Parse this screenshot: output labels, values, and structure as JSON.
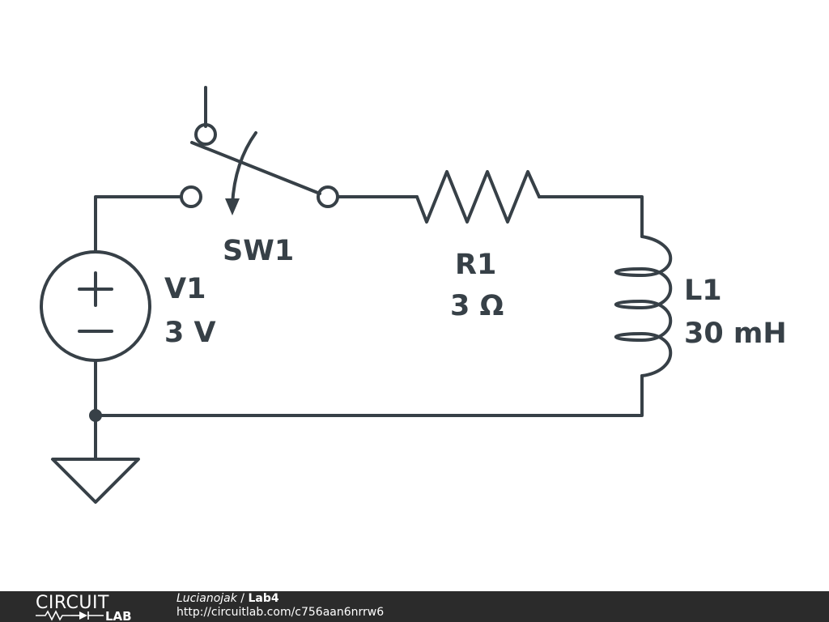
{
  "components": {
    "source": {
      "name": "V1",
      "value": "3 V"
    },
    "switch": {
      "name": "SW1"
    },
    "resistor": {
      "name": "R1",
      "value": "3 Ω"
    },
    "inductor": {
      "name": "L1",
      "value": "30 mH"
    }
  },
  "footer": {
    "logo_top": "CIRCUIT",
    "logo_bottom": "LAB",
    "author": "Lucianojak",
    "separator": " / ",
    "title": "Lab4",
    "url": "http://circuitlab.com/c756aan6nrrw6"
  },
  "colors": {
    "ink": "#374047",
    "footer_bg": "#2b2b2b",
    "footer_text": "#ffffff"
  }
}
